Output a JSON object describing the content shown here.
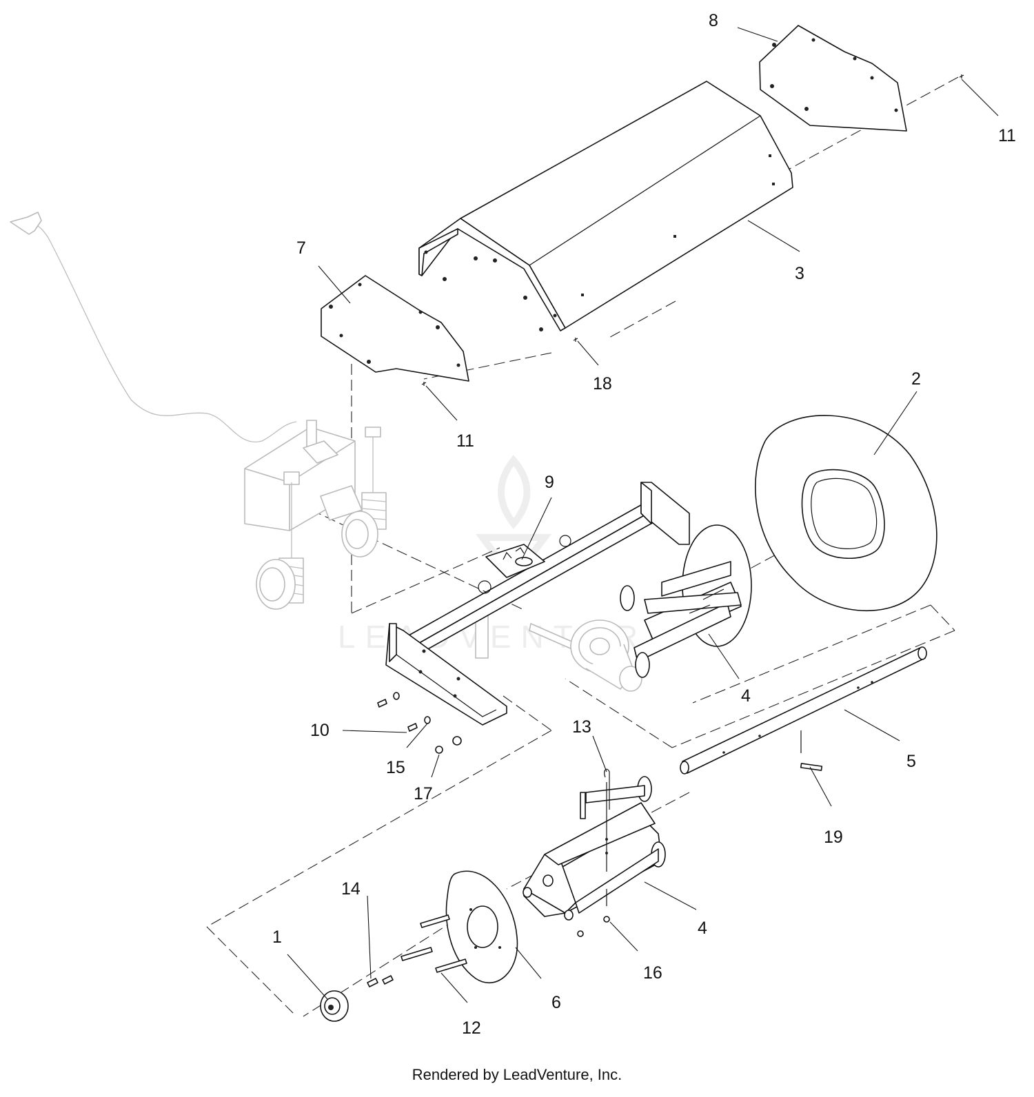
{
  "diagram": {
    "callouts": [
      {
        "id": "c1",
        "text": "1"
      },
      {
        "id": "c2",
        "text": "2"
      },
      {
        "id": "c3",
        "text": "3"
      },
      {
        "id": "c4a",
        "text": "4"
      },
      {
        "id": "c4b",
        "text": "4"
      },
      {
        "id": "c5",
        "text": "5"
      },
      {
        "id": "c6",
        "text": "6"
      },
      {
        "id": "c7",
        "text": "7"
      },
      {
        "id": "c8",
        "text": "8"
      },
      {
        "id": "c9",
        "text": "9"
      },
      {
        "id": "c10",
        "text": "10"
      },
      {
        "id": "c11a",
        "text": "11"
      },
      {
        "id": "c11b",
        "text": "11"
      },
      {
        "id": "c12",
        "text": "12"
      },
      {
        "id": "c13",
        "text": "13"
      },
      {
        "id": "c14",
        "text": "14"
      },
      {
        "id": "c15",
        "text": "15"
      },
      {
        "id": "c16",
        "text": "16"
      },
      {
        "id": "c17",
        "text": "17"
      },
      {
        "id": "c18",
        "text": "18"
      },
      {
        "id": "c19",
        "text": "19"
      }
    ],
    "watermark": "LEADVENTURE",
    "footer": "Rendered by LeadVenture, Inc."
  }
}
